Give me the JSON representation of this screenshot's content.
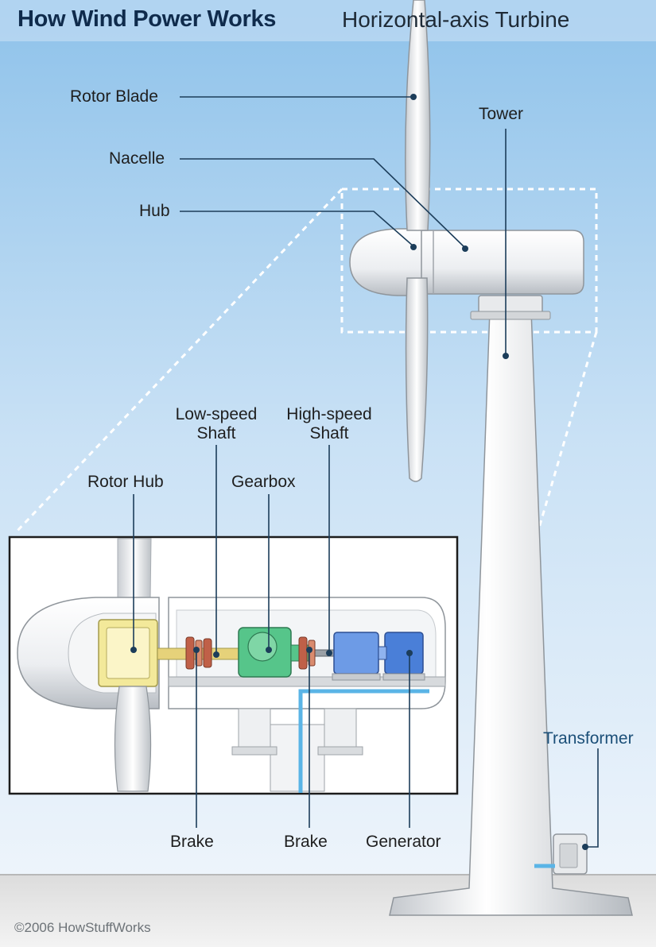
{
  "header": {
    "title": "How Wind Power Works",
    "subtitle": "Horizontal-axis Turbine"
  },
  "labels": {
    "rotor_blade": "Rotor Blade",
    "nacelle": "Nacelle",
    "hub": "Hub",
    "tower": "Tower",
    "low_speed_shaft": [
      "Low-speed",
      "Shaft"
    ],
    "high_speed_shaft": [
      "High-speed",
      "Shaft"
    ],
    "rotor_hub": "Rotor Hub",
    "gearbox": "Gearbox",
    "brake_left": "Brake",
    "brake_right": "Brake",
    "generator": "Generator",
    "transformer": "Transformer"
  },
  "footer": {
    "copyright": "©2006 HowStuffWorks"
  },
  "colors": {
    "sky_top": "#8ec2ea",
    "sky_bottom": "#e6f1fb",
    "leader_line": "#1c3d5a",
    "transformer_label": "#1b4f78",
    "hub_yellow": "#f3e99a",
    "gearbox_green": "#56c58a",
    "generator_blue": "#4a7fd8",
    "brake_red": "#c06048",
    "cable_blue": "#5ab4e6"
  }
}
